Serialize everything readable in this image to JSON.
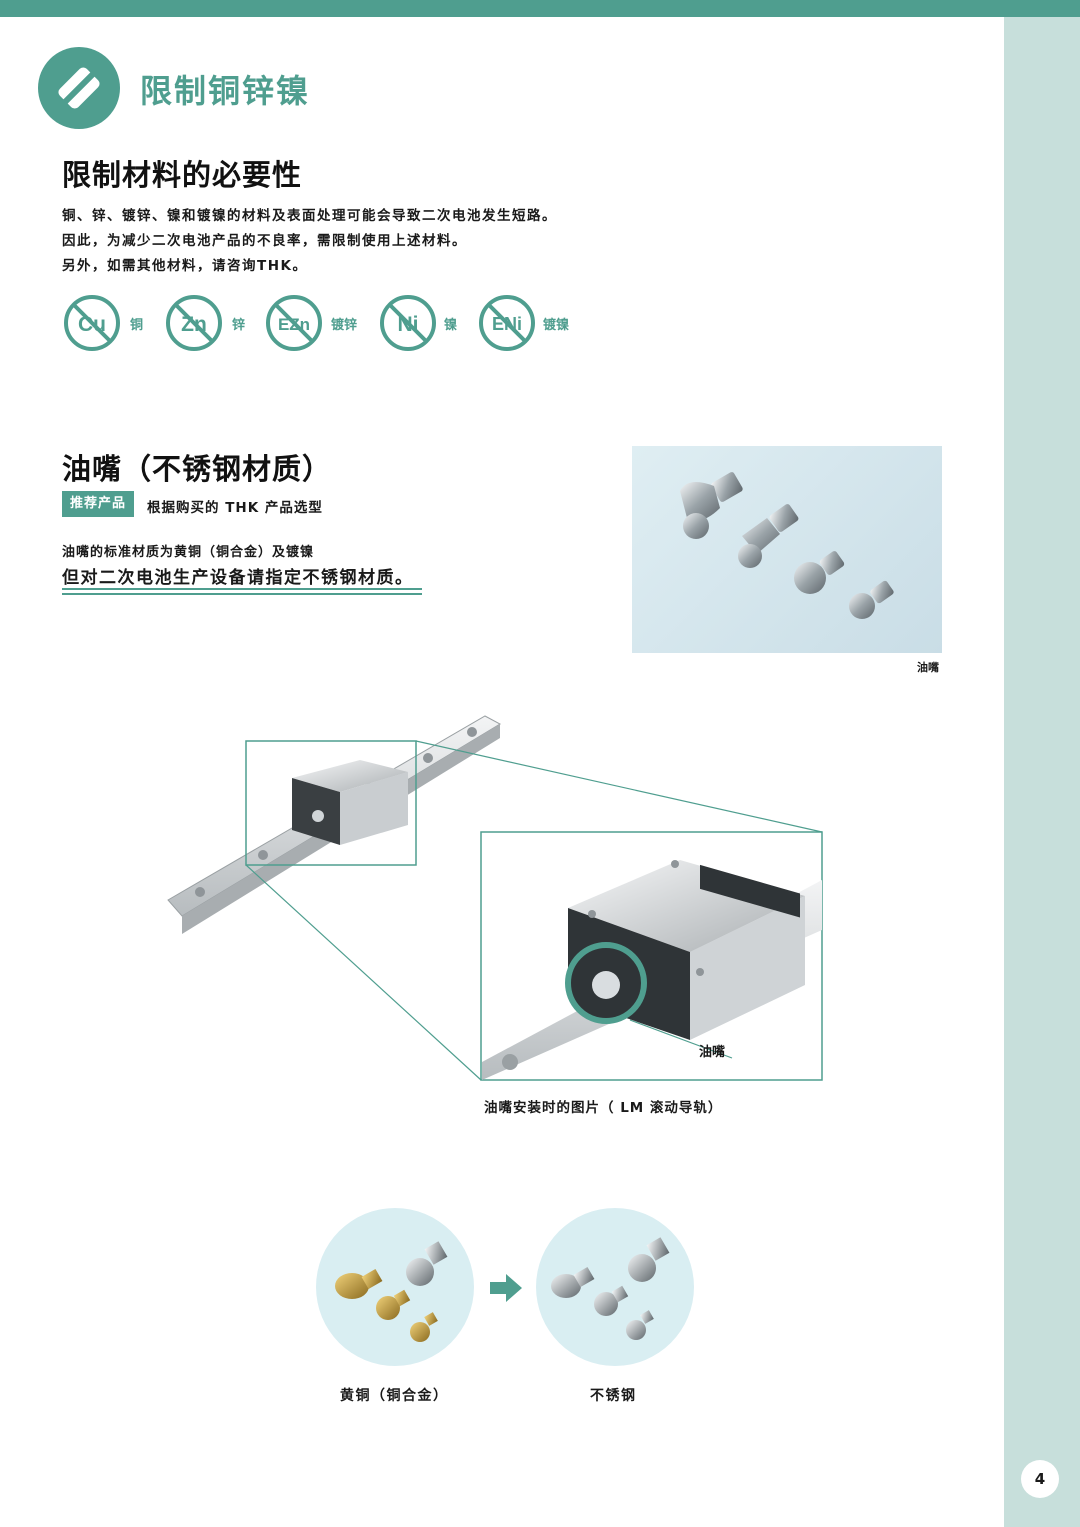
{
  "header": {
    "title": "限制铜锌镍"
  },
  "section1": {
    "title": "限制材料的必要性",
    "lines": [
      "铜、锌、镀锌、镍和镀镍的材料及表面处理可能会导致二次电池发生短路。",
      "因此，为减少二次电池产品的不良率，需限制使用上述材料。",
      "另外，如需其他材料，请咨询THK。"
    ],
    "materials": [
      {
        "symbol": "Cu",
        "label": "铜"
      },
      {
        "symbol": "Zn",
        "label": "锌"
      },
      {
        "symbol": "EZn",
        "label": "镀锌"
      },
      {
        "symbol": "Ni",
        "label": "镍"
      },
      {
        "symbol": "ENi",
        "label": "镀镍"
      }
    ]
  },
  "section2": {
    "title": "油嘴（不锈钢材质）",
    "tag": "推荐产品",
    "tag_text": "根据购买的 THK 产品选型",
    "standard_text": "油嘴的标准材质为黄铜（铜合金）及镀镍",
    "emphasis_text": "但对二次电池生产设备请指定不锈钢材质。",
    "photo_caption": "油嘴"
  },
  "diagram": {
    "zoom_label": "油嘴",
    "caption": "油嘴安装时的图片（ LM 滚动导轨）"
  },
  "comparison": {
    "left_label": "黄铜（铜合金）",
    "right_label": "不锈钢"
  },
  "colors": {
    "accent": "#4f9e8f",
    "side_band": "#c7dfdb"
  },
  "page": {
    "number": "4"
  }
}
